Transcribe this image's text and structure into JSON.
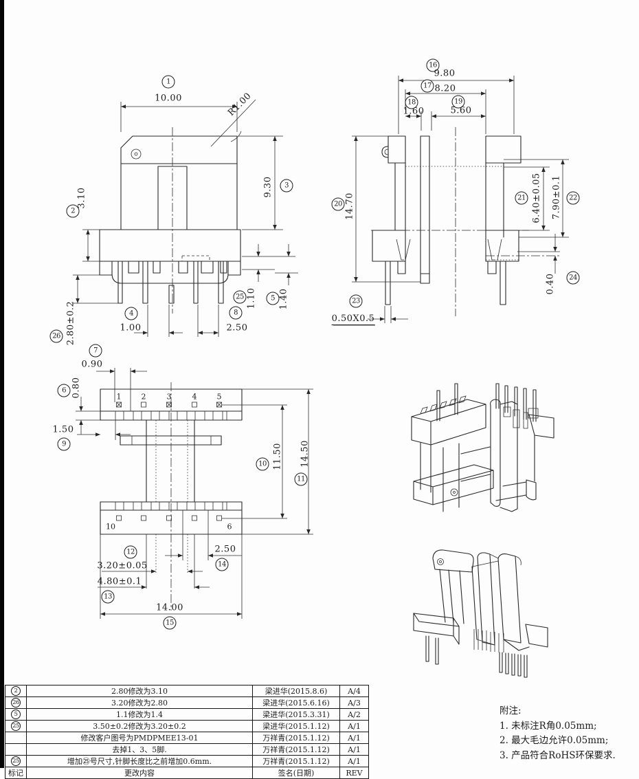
{
  "page": {
    "background": "#fdfdfd",
    "line_color": "#272727"
  },
  "front_view": {
    "dims": [
      {
        "balloon": "1",
        "text": "10.00"
      },
      {
        "balloon": "",
        "text": "R1.00"
      },
      {
        "balloon": "3",
        "text": "9.30"
      },
      {
        "balloon": "2",
        "text": "3.10"
      },
      {
        "balloon": "26",
        "text": "2.80±0.2"
      },
      {
        "balloon": "4",
        "text": "1.00"
      },
      {
        "balloon": "8",
        "text": "2.50"
      },
      {
        "balloon": "25",
        "text": "1.10"
      },
      {
        "balloon": "5",
        "text": "1.40"
      }
    ]
  },
  "side_view": {
    "dims": [
      {
        "balloon": "16",
        "text": "9.80"
      },
      {
        "balloon": "17",
        "text": "8.20"
      },
      {
        "balloon": "18",
        "text": "1.60"
      },
      {
        "balloon": "19",
        "text": "5.60"
      },
      {
        "balloon": "20",
        "text": "14.70"
      },
      {
        "balloon": "21",
        "text": "6.40±0.05"
      },
      {
        "balloon": "22",
        "text": "7.90±0.1"
      },
      {
        "balloon": "24",
        "text": "0.40"
      },
      {
        "balloon": "23",
        "text": "0.50X0.5"
      }
    ]
  },
  "top_view": {
    "dims": [
      {
        "balloon": "7",
        "text": "0.90"
      },
      {
        "balloon": "6",
        "text": "0.80"
      },
      {
        "balloon": "9",
        "text": "1.50"
      },
      {
        "balloon": "10",
        "text": "11.50"
      },
      {
        "balloon": "11",
        "text": "14.50"
      },
      {
        "balloon": "12",
        "text": "3.20±0.05"
      },
      {
        "balloon": "13",
        "text": "4.80±0.1"
      },
      {
        "balloon": "14",
        "text": "2.50"
      },
      {
        "balloon": "15",
        "text": "14.00"
      }
    ],
    "pin_labels": [
      "1",
      "2",
      "3",
      "4",
      "5",
      "10",
      "6"
    ]
  },
  "revision_table": {
    "header": {
      "mark": "标记",
      "content": "更改内容",
      "sign": "签名(日期)",
      "rev": "REV"
    },
    "rows": [
      {
        "mark": "2",
        "content": "2.80修改为3.10",
        "sign": "梁进华(2015.8.6)",
        "rev": "A/4"
      },
      {
        "mark": "26",
        "content": "3.20修改为2.80",
        "sign": "梁进华(2015.6.16)",
        "rev": "A/3"
      },
      {
        "mark": "5",
        "content": "1.1修改为1.4",
        "sign": "梁进华(2015.3.31)",
        "rev": "A/2"
      },
      {
        "mark": "25",
        "content": "3.50±0.2修改为3.20±0.2",
        "sign": "梁进华(2015.1.12)",
        "rev": "A/1"
      },
      {
        "mark": "",
        "content": "修改客户图号为PMDPMEE13-01",
        "sign": "万祥青(2015.1.12)",
        "rev": "A/1"
      },
      {
        "mark": "",
        "content": "去掉1、3、5脚.",
        "sign": "万祥青(2015.1.12)",
        "rev": "A/1"
      },
      {
        "mark": "25",
        "content": "增加㉕号尺寸,针脚长度比之前增加0.6mm.",
        "sign": "万祥青(2015.1.12)",
        "rev": "A/1"
      }
    ]
  },
  "notes": {
    "title": "附注:",
    "items": [
      "1. 未标注R角0.05mm;",
      "2. 最大毛边允许0.05mm;",
      "3. 产品符合RoHS环保要求."
    ]
  }
}
